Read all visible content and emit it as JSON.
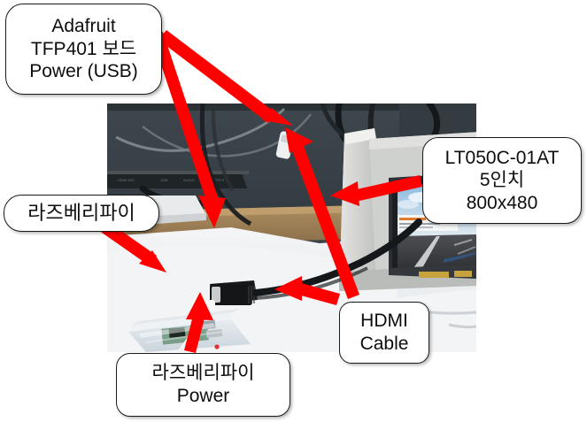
{
  "figure": {
    "description": "Annotated photograph of a Raspberry Pi connected by HDMI cable to an Adafruit TFP401 driven 5-inch LCD panel",
    "arrow_color": "#FF0000",
    "callout_background": "#FFFFFF",
    "callout_border": "#1A1A1A"
  },
  "callouts": {
    "adafruit": {
      "name": "adafruit-tfp401-power-callout",
      "lines": [
        "Adafruit",
        "TFP401 보드",
        "Power (USB)"
      ]
    },
    "lcd": {
      "name": "lcd-panel-callout",
      "lines": [
        "LT050C-01AT",
        "5인치",
        "800x480"
      ]
    },
    "raspberrypi": {
      "name": "raspberry-pi-callout",
      "lines": [
        "라즈베리파이"
      ]
    },
    "hdmi": {
      "name": "hdmi-cable-callout",
      "lines": [
        "HDMI",
        "Cable"
      ]
    },
    "raspberrypi_power": {
      "name": "raspberry-pi-power-callout",
      "lines": [
        "라즈베리파이",
        "Power"
      ]
    }
  },
  "photo": {
    "subjects": [
      "dark monitor backdrop",
      "white foam stand",
      "5 inch LCD panel showing sky and road image",
      "clear acrylic cased Raspberry Pi",
      "black HDMI cable",
      "white USB power cable",
      "wooden desk"
    ]
  }
}
